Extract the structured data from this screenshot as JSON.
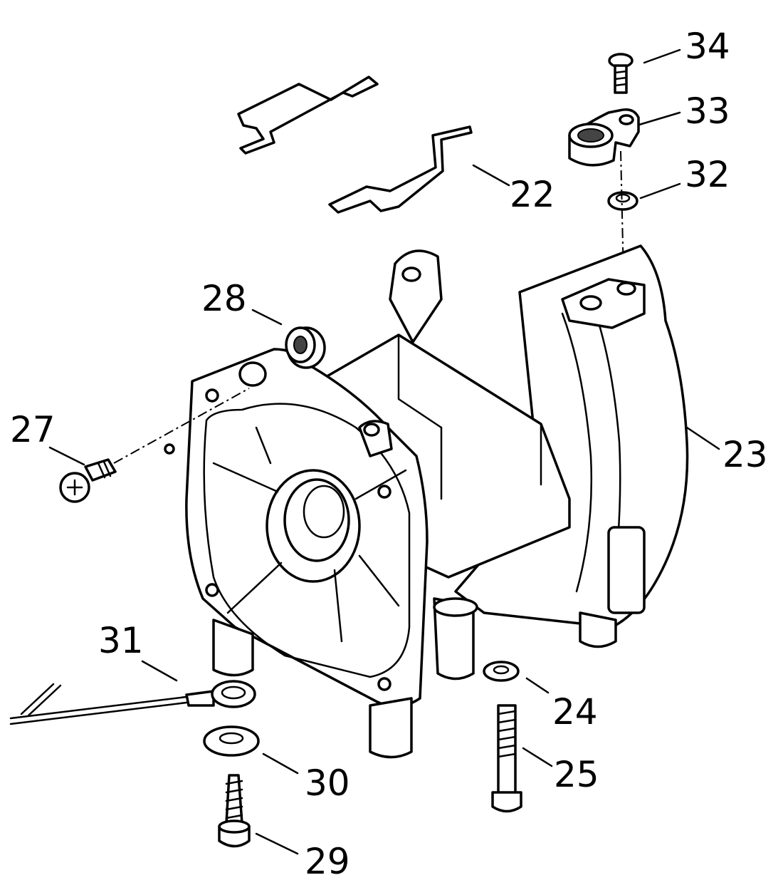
{
  "callouts": [
    {
      "id": "22",
      "label": "22"
    },
    {
      "id": "23",
      "label": "23"
    },
    {
      "id": "24",
      "label": "24"
    },
    {
      "id": "25",
      "label": "25"
    },
    {
      "id": "27",
      "label": "27"
    },
    {
      "id": "28",
      "label": "28"
    },
    {
      "id": "29",
      "label": "29"
    },
    {
      "id": "30",
      "label": "30"
    },
    {
      "id": "31",
      "label": "31"
    },
    {
      "id": "32",
      "label": "32"
    },
    {
      "id": "33",
      "label": "33"
    },
    {
      "id": "34",
      "label": "34"
    }
  ],
  "colors": {
    "line": "#000000",
    "background": "#ffffff",
    "shade": "#cfcfcf"
  }
}
